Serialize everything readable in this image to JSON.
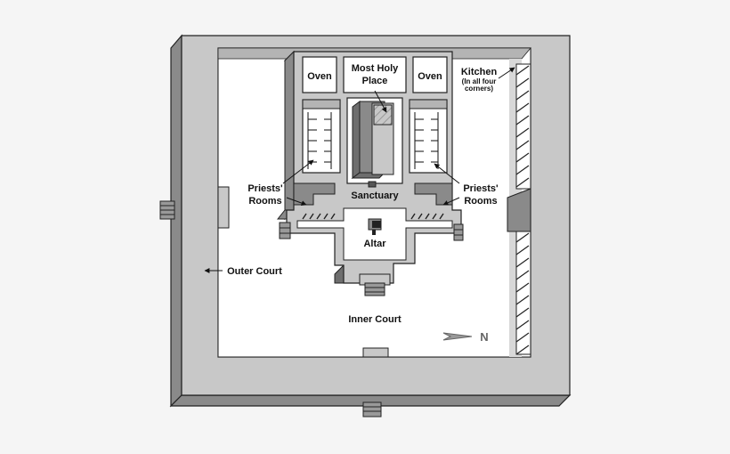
{
  "labels": {
    "oven_left": "Oven",
    "most_holy_1": "Most Holy",
    "most_holy_2": "Place",
    "oven_right": "Oven",
    "kitchen": "Kitchen",
    "kitchen_note_1": "(In all four",
    "kitchen_note_2": "corners)",
    "priests_left_1": "Priests'",
    "priests_left_2": "Rooms",
    "priests_right_1": "Priests'",
    "priests_right_2": "Rooms",
    "sanctuary": "Sanctuary",
    "altar": "Altar",
    "outer_court": "Outer Court",
    "inner_court": "Inner Court",
    "north": "N"
  },
  "colors": {
    "wall_top": "#c8c8c8",
    "wall_side": "#8a8a8a",
    "wall_dark": "#6e6e6e",
    "court": "#ffffff",
    "outline": "#222222"
  }
}
